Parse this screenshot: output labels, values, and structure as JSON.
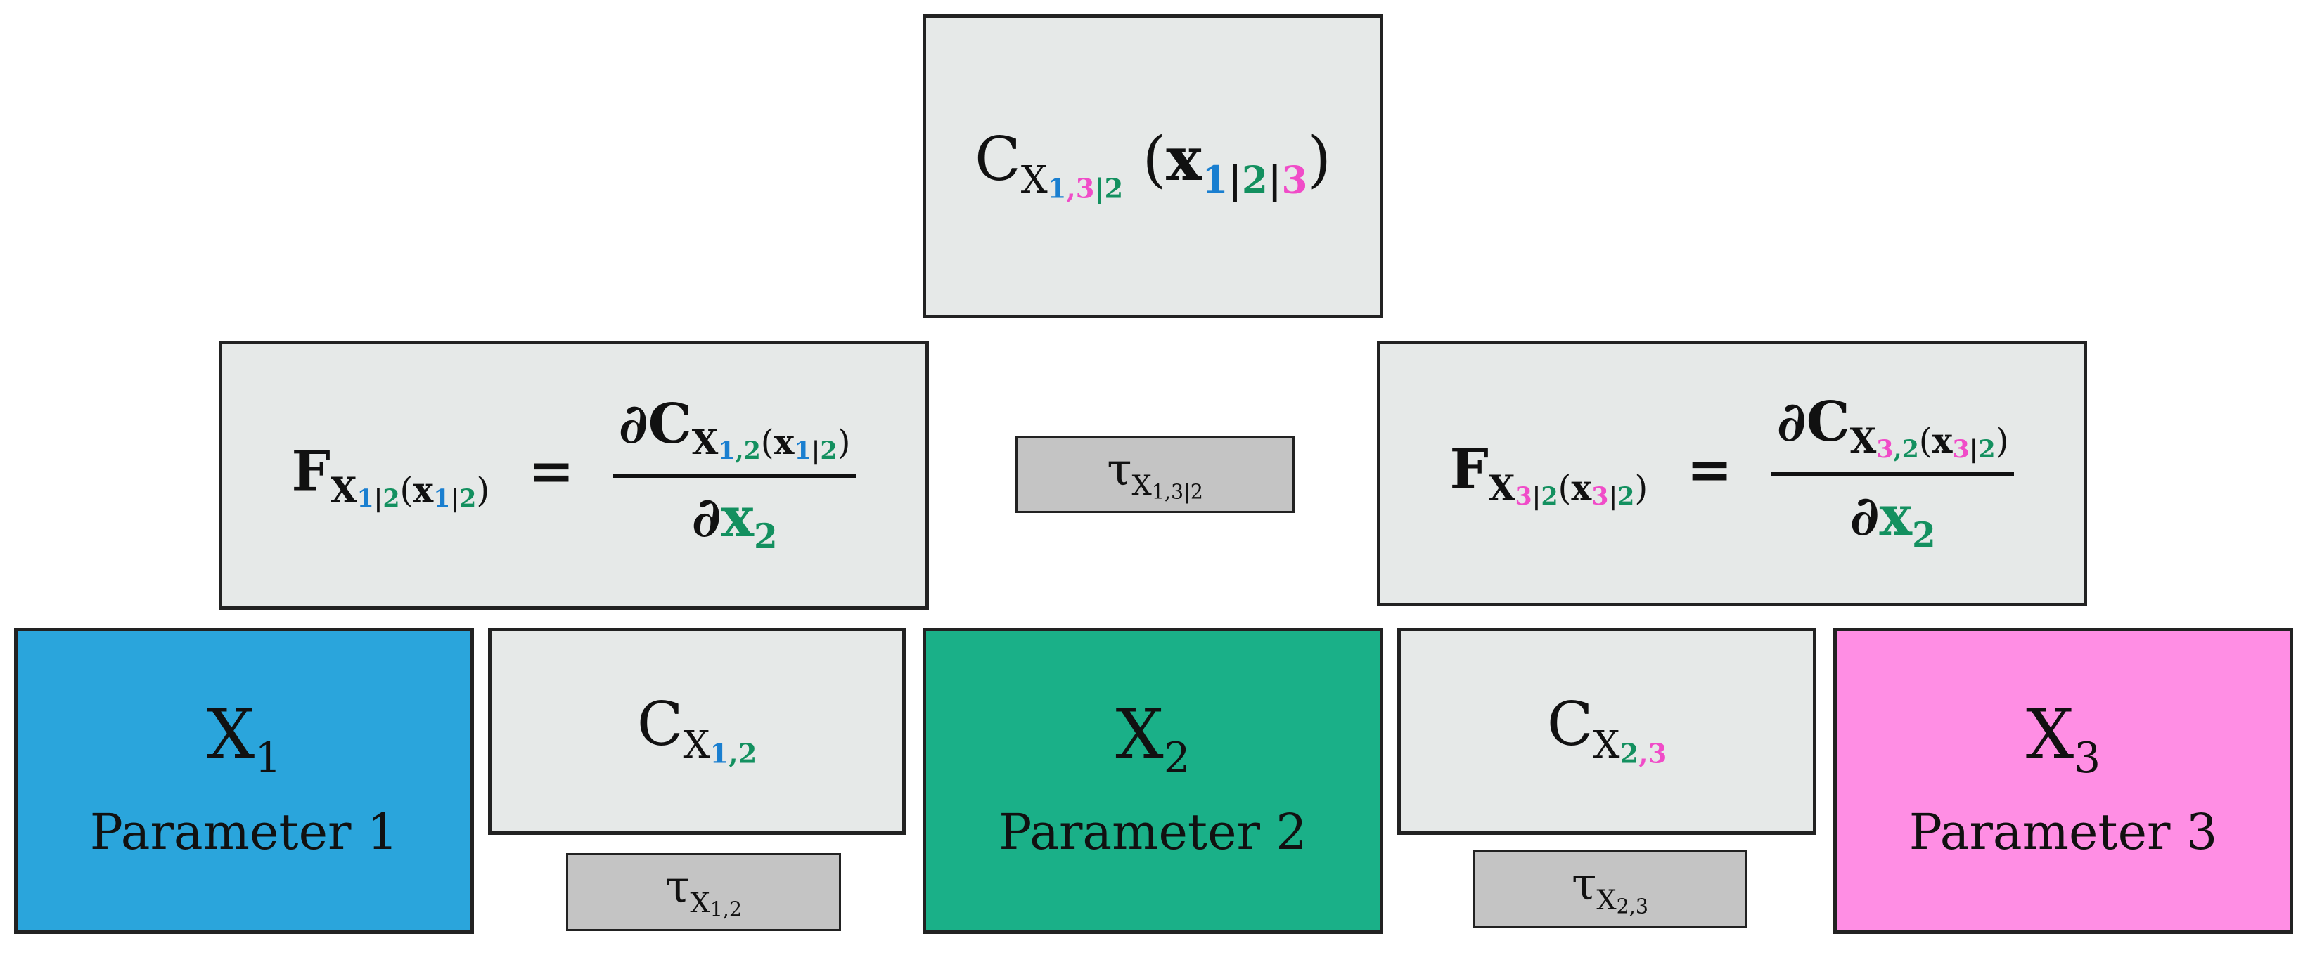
{
  "top_copula": {
    "symbol": "C",
    "sub_var": "X",
    "sub_idx": [
      "1",
      ",",
      "3",
      "|",
      "2"
    ],
    "arg_var": "x",
    "arg_idx": [
      "1",
      "|",
      "2",
      "|",
      "3"
    ]
  },
  "left_hfunction": {
    "F": "F",
    "F_sub_var": "X",
    "F_sub_idx": [
      "1",
      "|",
      "2"
    ],
    "x": "x",
    "x_idx": [
      "1",
      "|",
      "2"
    ],
    "equals": "=",
    "partial": "∂",
    "C": "C",
    "num_sub_idx": [
      "1",
      ",",
      "2"
    ],
    "den_var": "x",
    "den_idx": "2"
  },
  "right_hfunction": {
    "F": "F",
    "F_sub_var": "X",
    "F_sub_idx": [
      "3",
      "|",
      "2"
    ],
    "x": "x",
    "x_idx": [
      "3",
      "|",
      "2"
    ],
    "equals": "=",
    "partial": "∂",
    "C": "C",
    "num_sub_idx": [
      "3",
      ",",
      "2"
    ],
    "den_var": "x",
    "den_idx": "2"
  },
  "tau_13_2": {
    "tau": "τ",
    "var": "X",
    "idx": "1,3|2"
  },
  "tau_12": {
    "tau": "τ",
    "var": "X",
    "idx": "1,2"
  },
  "tau_23": {
    "tau": "τ",
    "var": "X",
    "idx": "2,3"
  },
  "copula_12": {
    "symbol": "C",
    "var": "X",
    "idx": [
      "1",
      ",",
      "2"
    ]
  },
  "copula_23": {
    "symbol": "C",
    "var": "X",
    "idx": [
      "2",
      ",",
      "3"
    ]
  },
  "parameters": [
    {
      "var": "X",
      "idx": "1",
      "label": "Parameter 1",
      "color": "#2aa5dc"
    },
    {
      "var": "X",
      "idx": "2",
      "label": "Parameter 2",
      "color": "#1ab088"
    },
    {
      "var": "X",
      "idx": "3",
      "label": "Parameter 3",
      "color": "#ff8ee4"
    }
  ],
  "index_colors": {
    "1": "#1a7fd0",
    "2": "#13905f",
    "3": "#f04cc8"
  }
}
